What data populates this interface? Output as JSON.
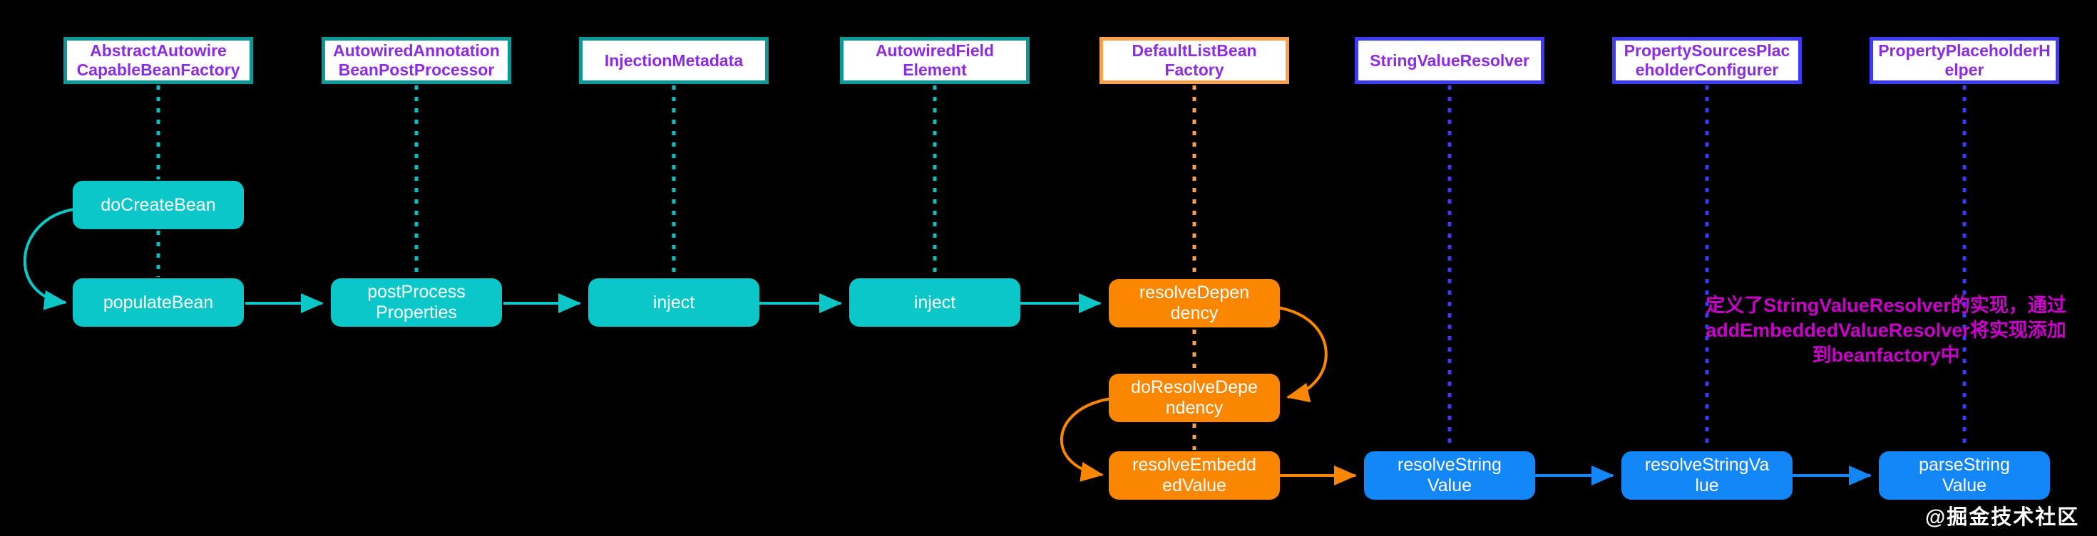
{
  "columns": [
    {
      "lines": [
        "AbstractAutowire",
        "CapableBeanFactory"
      ],
      "accent": "teal"
    },
    {
      "lines": [
        "AutowiredAnnotation",
        "BeanPostProcessor"
      ],
      "accent": "teal"
    },
    {
      "lines": [
        "InjectionMetadata"
      ],
      "accent": "teal"
    },
    {
      "lines": [
        "AutowiredField",
        "Element"
      ],
      "accent": "teal"
    },
    {
      "lines": [
        "DefaultListBean",
        "Factory"
      ],
      "accent": "orange"
    },
    {
      "lines": [
        "StringValueResolver"
      ],
      "accent": "blue"
    },
    {
      "lines": [
        "PropertySourcesPlac",
        "eholderConfigurer"
      ],
      "accent": "blue"
    },
    {
      "lines": [
        "PropertyPlaceholderH",
        "elper"
      ],
      "accent": "blue"
    }
  ],
  "methods": [
    {
      "lines": [
        "doCreateBean"
      ],
      "column": 0,
      "color": "teal"
    },
    {
      "lines": [
        "populateBean"
      ],
      "column": 0,
      "color": "teal"
    },
    {
      "lines": [
        "postProcess",
        "Properties"
      ],
      "column": 1,
      "color": "teal"
    },
    {
      "lines": [
        "inject"
      ],
      "column": 2,
      "color": "teal"
    },
    {
      "lines": [
        "inject"
      ],
      "column": 3,
      "color": "teal"
    },
    {
      "lines": [
        "resolveDepen",
        "dency"
      ],
      "column": 4,
      "color": "orange"
    },
    {
      "lines": [
        "doResolveDepe",
        "ndency"
      ],
      "column": 4,
      "color": "orange"
    },
    {
      "lines": [
        "resolveEmbedd",
        "edValue"
      ],
      "column": 4,
      "color": "orange"
    },
    {
      "lines": [
        "resolveString",
        "Value"
      ],
      "column": 5,
      "color": "blue"
    },
    {
      "lines": [
        "resolveStringVa",
        "lue"
      ],
      "column": 6,
      "color": "blue"
    },
    {
      "lines": [
        "parseString",
        "Value"
      ],
      "column": 7,
      "color": "blue"
    }
  ],
  "annotation": {
    "lines": [
      "定义了StringValueResolver的实现，通过",
      "addEmbeddedValueResolver将实现添加",
      "到beanfactory中"
    ],
    "color": "#cc00cc"
  },
  "watermark": {
    "text": "@掘金技术社区"
  },
  "colors": {
    "background": "#000000",
    "teal_fill": "#0cc7c7",
    "teal_border": "#0a9898",
    "orange_fill": "#fb8600",
    "orange_border": "#f9a14d",
    "blue_fill": "#1386f8",
    "blue_border": "#3d3af5",
    "header_text": "#8b2be2",
    "annotation_text": "#cc00cc"
  }
}
